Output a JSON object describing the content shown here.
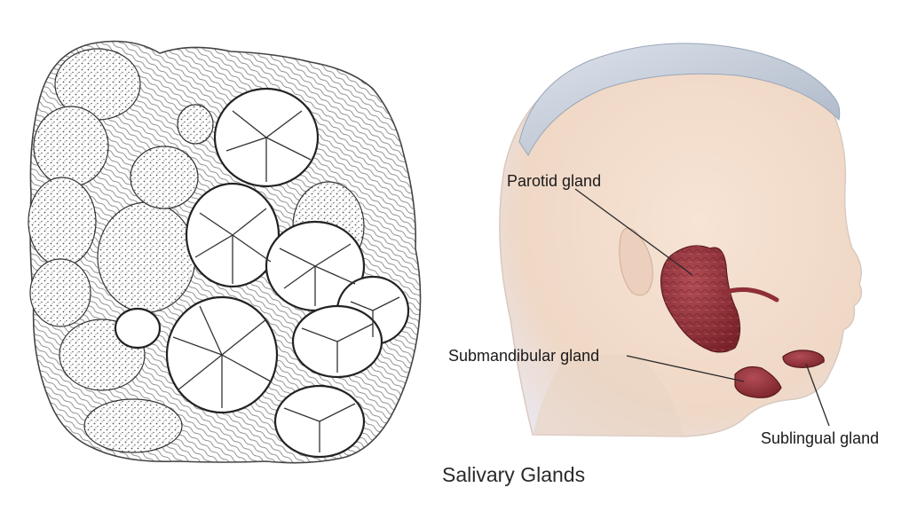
{
  "labels": {
    "parotid": "Parotid gland",
    "submandibular": "Submandibular gland",
    "sublingual": "Sublingual gland"
  },
  "caption": "Salivary Glands",
  "colors": {
    "gland": "#8e2f35",
    "gland_highlight": "#b04a52",
    "skin": "#f3dfcf",
    "hair": "#cfd6e0",
    "ink": "#3a3a3a",
    "background": "#ffffff"
  }
}
